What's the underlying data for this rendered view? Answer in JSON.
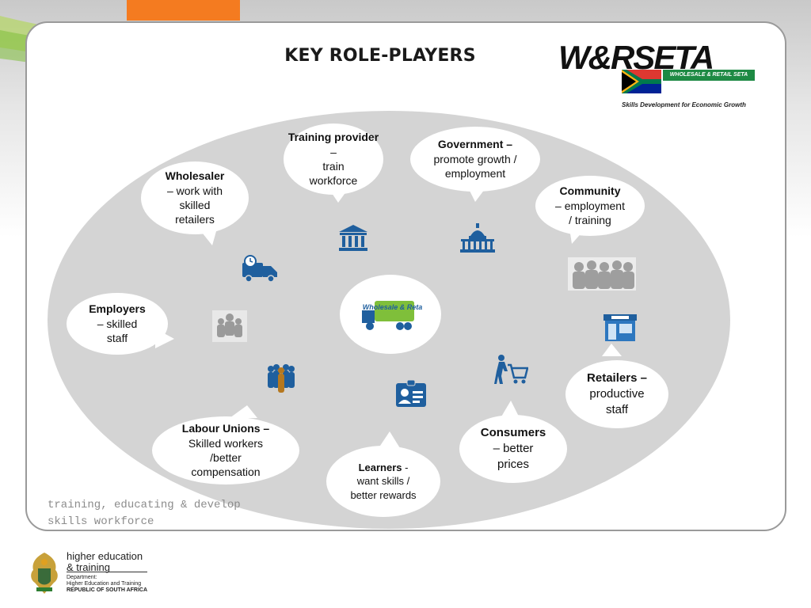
{
  "slide": {
    "title": "KEY ROLE-PLAYERS",
    "logo": {
      "wordmark": "W&RSETA",
      "band_text": "WHOLESALE & RETAIL SETA",
      "tagline": "Skills Development for Economic Growth"
    },
    "center_logo_text": "Wholesale & Retail"
  },
  "bubbles": {
    "training": {
      "bold": "Training provider",
      "rest1": " –",
      "rest2": "train",
      "rest3": "workforce"
    },
    "government": {
      "bold": "Government –",
      "rest1": "promote growth /",
      "rest2": "employment"
    },
    "wholesaler": {
      "bold": "Wholesaler",
      "rest1": "– work with",
      "rest2": "skilled",
      "rest3": "retailers"
    },
    "community": {
      "bold": "Community",
      "rest1": "– employment",
      "rest2": "/ training"
    },
    "employers": {
      "bold": "Employers",
      "rest1": "– skilled",
      "rest2": "staff"
    },
    "retailers": {
      "bold": "Retailers –",
      "rest1": "productive",
      "rest2": "staff"
    },
    "labour": {
      "bold": "Labour Unions –",
      "rest1": "Skilled workers",
      "rest2": "/better",
      "rest3": "compensation"
    },
    "consumers": {
      "bold": "Consumers",
      "rest1": "– better",
      "rest2": "prices"
    },
    "learners": {
      "bold": "Learners",
      "rest0": " -",
      "rest1": "want skills /",
      "rest2": "better rewards"
    }
  },
  "footer": {
    "line1": "training, educating & develop",
    "line2": "skills workforce"
  },
  "department": {
    "line1": "higher education",
    "line2": "& training",
    "small1": "Department:",
    "small2": "Higher Education and Training",
    "small3": "REPUBLIC OF SOUTH AFRICA"
  },
  "colors": {
    "accent_orange": "#f47b20",
    "ellipse_grey": "#d4d4d4",
    "icon_blue": "#1f5f9e",
    "logo_green": "#1e8a44"
  }
}
